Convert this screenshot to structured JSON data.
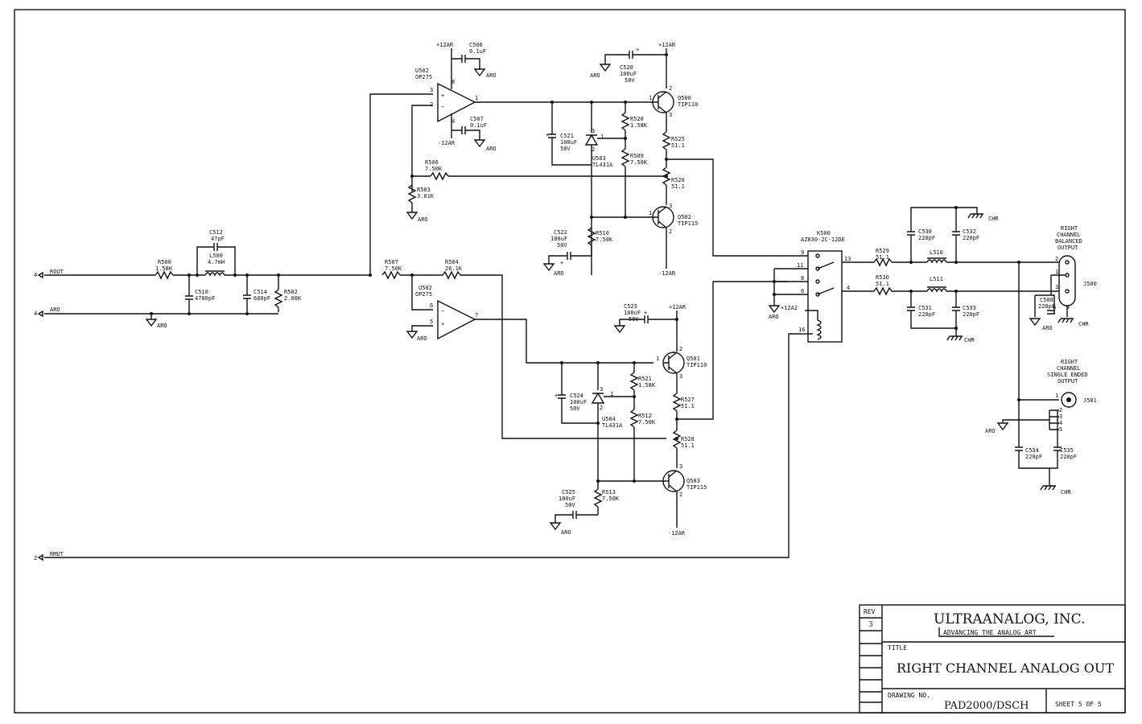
{
  "title_block": {
    "rev_label": "REV",
    "rev_value": "3",
    "company": "ULTRAANALOG, INC.",
    "tagline": "ADVANCING THE ANALOG ART",
    "title_label": "TITLE",
    "title": "RIGHT CHANNEL ANALOG OUT",
    "drawing_no_label": "DRAWING NO.",
    "drawing_no": "PAD2000/DSCH",
    "sheet": "SHEET 5 OF 5"
  },
  "ports": {
    "rout": {
      "pin": "4",
      "name": "ROUT"
    },
    "aro": {
      "pin": "4",
      "name": "ARO"
    },
    "rmut": {
      "pin": "2",
      "name": "RMUT"
    }
  },
  "supplies": {
    "pos": "+12AR",
    "neg": "-12AR",
    "relay": "+12A2"
  },
  "grounds": {
    "aro": "ARO",
    "chr": "CHR"
  },
  "components": {
    "r500": {
      "ref": "R500",
      "value": "1.58K"
    },
    "c512": {
      "ref": "C512",
      "value": "47pF"
    },
    "l500": {
      "ref": "L500",
      "value": "4.7mH"
    },
    "c510": {
      "ref": "C510",
      "value": "4700pF"
    },
    "c514": {
      "ref": "C514",
      "value": "680pF"
    },
    "r502": {
      "ref": "R502",
      "value": "2.00K"
    },
    "r507": {
      "ref": "R507",
      "value": "7.50K"
    },
    "r504": {
      "ref": "R504",
      "value": "26.1K"
    },
    "u502a": {
      "ref": "U502",
      "part": "OP275"
    },
    "u502b": {
      "ref": "U502",
      "part": "OP275"
    },
    "c506": {
      "ref": "C506",
      "value": "0.1uF"
    },
    "c507": {
      "ref": "C507",
      "value": "0.1uF"
    },
    "r506": {
      "ref": "R506",
      "value": "7.50K"
    },
    "r503": {
      "ref": "R503",
      "value": "3.01K"
    },
    "c520": {
      "ref": "C520",
      "value": "100uF",
      "volt": "50V"
    },
    "q500": {
      "ref": "Q500",
      "part": "TIP110"
    },
    "r525": {
      "ref": "R525",
      "value": "51.1"
    },
    "r520": {
      "ref": "R520",
      "value": "1.58K"
    },
    "c521": {
      "ref": "C521",
      "value": "100uF",
      "volt": "50V"
    },
    "u503": {
      "ref": "U503",
      "part": "TL431A"
    },
    "r509": {
      "ref": "R509",
      "value": "7.50K"
    },
    "r526": {
      "ref": "R526",
      "value": "51.1"
    },
    "q502": {
      "ref": "Q502",
      "part": "TIP115"
    },
    "c522": {
      "ref": "C522",
      "value": "100uF",
      "volt": "50V"
    },
    "r510": {
      "ref": "R510",
      "value": "7.50K"
    },
    "c523": {
      "ref": "C523",
      "value": "100uF",
      "volt": "50V"
    },
    "q501": {
      "ref": "Q501",
      "part": "TIP110"
    },
    "r521": {
      "ref": "R521",
      "value": "1.58K"
    },
    "c524": {
      "ref": "C524",
      "value": "100uF",
      "volt": "50V"
    },
    "u504": {
      "ref": "U504",
      "part": "TL431A"
    },
    "r527": {
      "ref": "R527",
      "value": "51.1"
    },
    "r512": {
      "ref": "R512",
      "value": "7.50K"
    },
    "r528": {
      "ref": "R528",
      "value": "51.1"
    },
    "q503": {
      "ref": "Q503",
      "part": "TIP115"
    },
    "c525": {
      "ref": "C525",
      "value": "100uF",
      "volt": "50V"
    },
    "r513": {
      "ref": "R513",
      "value": "7.50K"
    },
    "k500": {
      "ref": "K500",
      "part": "AZ830-2C-12DE"
    },
    "r529": {
      "ref": "R529",
      "value": "51.1"
    },
    "r530": {
      "ref": "R530",
      "value": "51.1"
    },
    "l510": {
      "ref": "L510"
    },
    "l511": {
      "ref": "L511"
    },
    "c530": {
      "ref": "C530",
      "value": "220pF"
    },
    "c532": {
      "ref": "C532",
      "value": "220pF"
    },
    "c531": {
      "ref": "C531",
      "value": "220pF"
    },
    "c533": {
      "ref": "C533",
      "value": "220pF"
    },
    "c508": {
      "ref": "C508",
      "value": "220pF"
    },
    "c534": {
      "ref": "C534",
      "value": "220pF"
    },
    "c535": {
      "ref": "C535",
      "value": "220pF"
    }
  },
  "connectors": {
    "j500": {
      "ref": "J500",
      "label1": "RIGHT",
      "label2": "CHANNEL",
      "label3": "BALANCED",
      "label4": "OUTPUT"
    },
    "j501": {
      "ref": "J501",
      "label1": "RIGHT",
      "label2": "CHANNEL",
      "label3": "SINGLE ENDED",
      "label4": "OUTPUT"
    }
  }
}
